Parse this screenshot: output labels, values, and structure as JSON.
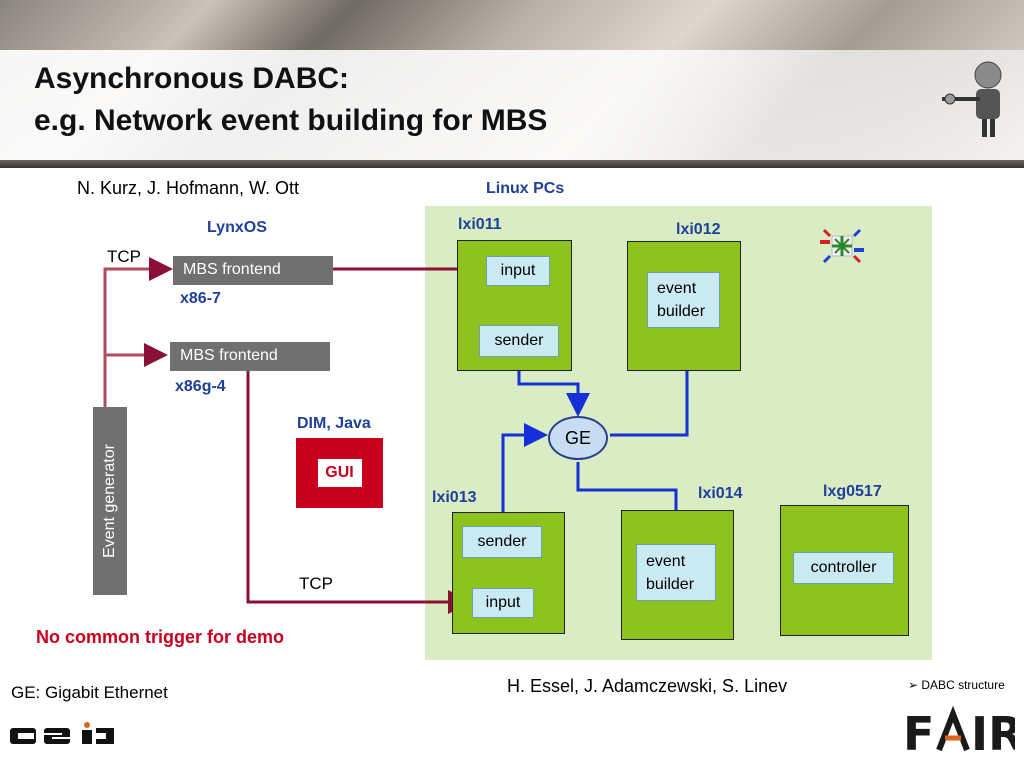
{
  "title": {
    "line1": "Asynchronous DABC:",
    "line2": "e.g. Network event building for MBS"
  },
  "authors_top": "N. Kurz, J. Hofmann, W. Ott",
  "authors_bottom": "H. Essel, J. Adamczewski, S. Linev",
  "linux_pcs": "Linux PCs",
  "lynxos": "LynxOS",
  "tcp_top": "TCP",
  "tcp_bottom": "TCP",
  "mbs1": {
    "label": "MBS frontend",
    "host": "x86-7"
  },
  "mbs2": {
    "label": "MBS frontend",
    "host": "x86g-4"
  },
  "event_generator": "Event generator",
  "dim_java": "DIM, Java",
  "gui": "GUI",
  "nodes": {
    "lxi011": {
      "name": "lxi011",
      "input": "input",
      "sender": "sender"
    },
    "lxi012": {
      "name": "lxi012",
      "builder_line1": "event",
      "builder_line2": "builder"
    },
    "lxi013": {
      "name": "lxi013",
      "sender": "sender",
      "input": "input"
    },
    "lxi014": {
      "name": "lxi014",
      "builder_line1": "event",
      "builder_line2": "builder"
    },
    "lxg0517": {
      "name": "lxg0517",
      "controller": "controller"
    }
  },
  "ge": "GE",
  "no_trigger": "No common trigger for demo",
  "ge_legend": "GE: Gigabit Ethernet",
  "dabc_link": "DABC structure",
  "logo_gsi": "GSI",
  "logo_fair": "FAIR",
  "colors": {
    "green": "#8dc21f",
    "light_green": "#d9ecc4",
    "wire_red": "#8a1035",
    "wire_blue": "#1430d8",
    "accent_blue": "#1f3f9a",
    "gui_red": "#c8001e"
  },
  "icons": [
    "network-switch-icon",
    "robot-icon"
  ]
}
